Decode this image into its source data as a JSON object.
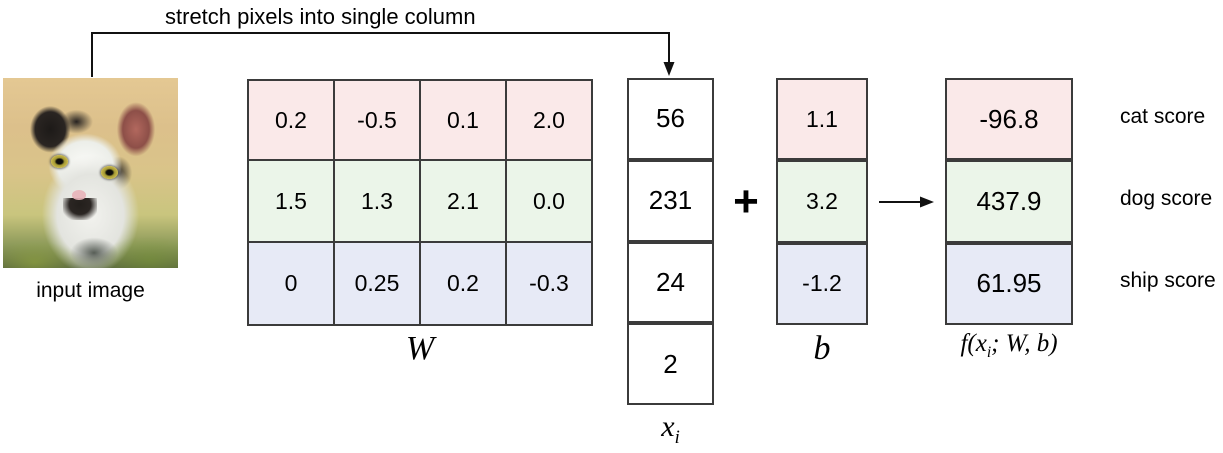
{
  "diagram": {
    "caption": "stretch pixels into single column",
    "input_image_label": "input image",
    "plus_symbol": "+",
    "weights": {
      "label": "W",
      "rows": [
        {
          "color": "#fae9e9",
          "values": [
            "0.2",
            "-0.5",
            "0.1",
            "2.0"
          ]
        },
        {
          "color": "#ebf5e9",
          "values": [
            "1.5",
            "1.3",
            "2.1",
            "0.0"
          ]
        },
        {
          "color": "#e7eaf6",
          "values": [
            "0",
            "0.25",
            "0.2",
            "-0.3"
          ]
        }
      ]
    },
    "input_vector": {
      "label_base": "x",
      "label_sub": "i",
      "values": [
        "56",
        "231",
        "24",
        "2"
      ]
    },
    "bias": {
      "label": "b",
      "values": [
        "1.1",
        "3.2",
        "-1.2"
      ],
      "colors": [
        "#fae9e9",
        "#ebf5e9",
        "#e7eaf6"
      ]
    },
    "scores": {
      "label_prefix": "f(x",
      "label_sub": "i",
      "label_suffix": "; W, b)",
      "values": [
        "-96.8",
        "437.9",
        "61.95"
      ],
      "names": [
        "cat score",
        "dog score",
        "ship score"
      ],
      "colors": [
        "#fae9e9",
        "#ebf5e9",
        "#e7eaf6"
      ]
    },
    "colors": {
      "pink": "#fae9e9",
      "green": "#ebf5e9",
      "blue": "#e7eaf6",
      "border": "#3b3b3b",
      "background": "#ffffff"
    }
  }
}
